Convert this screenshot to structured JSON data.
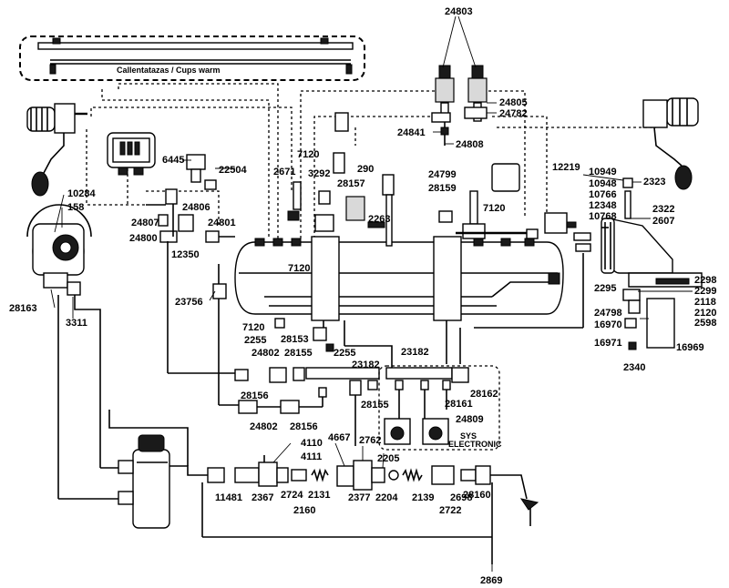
{
  "diagram": {
    "title_bar": "Callentatazas / Cups warm",
    "system_box": "SYS\nELECTRONIC",
    "labels": {
      "l24803": "24803",
      "l24805": "24805",
      "l24782": "24782",
      "l24841": "24841",
      "l24808": "24808",
      "l10284": "10284",
      "l158": "158",
      "l6445": "6445",
      "l22504": "22504",
      "l2671": "2671",
      "l7120a": "7120",
      "l3292": "3292",
      "l290": "290",
      "l24799": "24799",
      "l28157": "28157",
      "l28159": "28159",
      "l12219": "12219",
      "l10949": "10949",
      "l10948": "10948",
      "l10766": "10766",
      "l12348": "12348",
      "l10768": "10768",
      "l2323": "2323",
      "l2322": "2322",
      "l2607": "2607",
      "l24806": "24806",
      "l24807": "24807",
      "l24801": "24801",
      "l24800": "24800",
      "l12350": "12350",
      "l2263": "2263",
      "l7120b": "7120",
      "l7120c": "7120",
      "l28163": "28163",
      "l3311": "3311",
      "l23756": "23756",
      "l2295": "2295",
      "l2298": "2298",
      "l2299": "2299",
      "l2118": "2118",
      "l2120": "2120",
      "l2598": "2598",
      "l24798": "24798",
      "l16970": "16970",
      "l16971": "16971",
      "l16969": "16969",
      "l2340": "2340",
      "l7120d": "7120",
      "l2255a": "2255",
      "l28153": "28153",
      "l2255b": "2255",
      "l24802a": "24802",
      "l28155a": "28155",
      "l23182a": "23182",
      "l23182b": "23182",
      "l28156a": "28156",
      "l24802b": "24802",
      "l28156b": "28156",
      "l28155b": "28155",
      "l28161": "28161",
      "l28162": "28162",
      "l24809": "24809",
      "l4110": "4110",
      "l4111": "4111",
      "l4667": "4667",
      "l2762": "2762",
      "l2205": "2205",
      "l11481": "11481",
      "l2367": "2367",
      "l2724": "2724",
      "l2131": "2131",
      "l2160": "2160",
      "l2377": "2377",
      "l2204": "2204",
      "l2139": "2139",
      "l2698": "2698",
      "l2722": "2722",
      "l28160": "28160",
      "l2869": "2869"
    }
  }
}
